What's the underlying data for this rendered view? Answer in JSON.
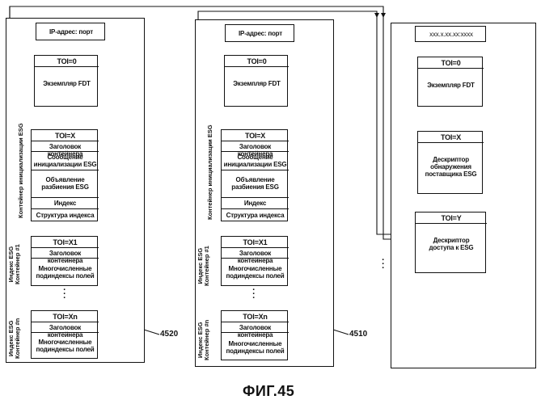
{
  "left": {
    "address": "IP-адрес: порт",
    "fdt_toi": "TOI=0",
    "fdt_label": "Экземпляр FDT",
    "init_toi": "TOI=X",
    "init_rows": [
      "Заголовок контейнера",
      "Сообщение\nинициализации ESG",
      "Объявление\nразбиения ESG",
      "Индекс",
      "Структура индекса"
    ],
    "init_side": "Контейнер инициализации ESG",
    "c1_toi": "TOI=X1",
    "c1_rows": [
      "Заголовок контейнера",
      "Многочисленные\nподиндексы полей"
    ],
    "c1_side": "Индекс ESG\nКонтейнер #1",
    "cn_toi": "TOI=Xn",
    "cn_rows": [
      "Заголовок контейнера",
      "Многочисленные\nподиндексы полей"
    ],
    "cn_side": "Индекс ESG\nКонтейнер #n",
    "ref": "4520"
  },
  "middle": {
    "address": "IP-адрес: порт",
    "fdt_toi": "TOI=0",
    "fdt_label": "Экземпляр FDT",
    "init_toi": "TOI=X",
    "init_rows": [
      "Заголовок контейнера",
      "Сообщение\nинициализации ESG",
      "Объявление\nразбиения ESG",
      "Индекс",
      "Структура индекса"
    ],
    "init_side": "Контейнер инициализации ESG",
    "c1_toi": "TOI=X1",
    "c1_rows": [
      "Заголовок контейнера",
      "Многочисленные\nподиндексы полей"
    ],
    "c1_side": "Индекс ESG\nКонтейнер #1",
    "cn_toi": "TOI=Xn",
    "cn_rows": [
      "Заголовок контейнера",
      "Многочисленные\nподиндексы полей"
    ],
    "cn_side": "Индекс ESG\nКонтейнер #n",
    "ref": "4510"
  },
  "right": {
    "address": "xxx.x.xx.xx:xxxx",
    "fdt_toi": "TOI=0",
    "fdt_label": "Экземпляр FDT",
    "x_toi": "TOI=X",
    "x_label": "Дескриптор\nобнаружения\nпоставщика ESG",
    "y_toi": "TOI=Y",
    "y_label": "Дескриптор\nдоступа к ESG"
  },
  "caption": "ФИГ.45"
}
